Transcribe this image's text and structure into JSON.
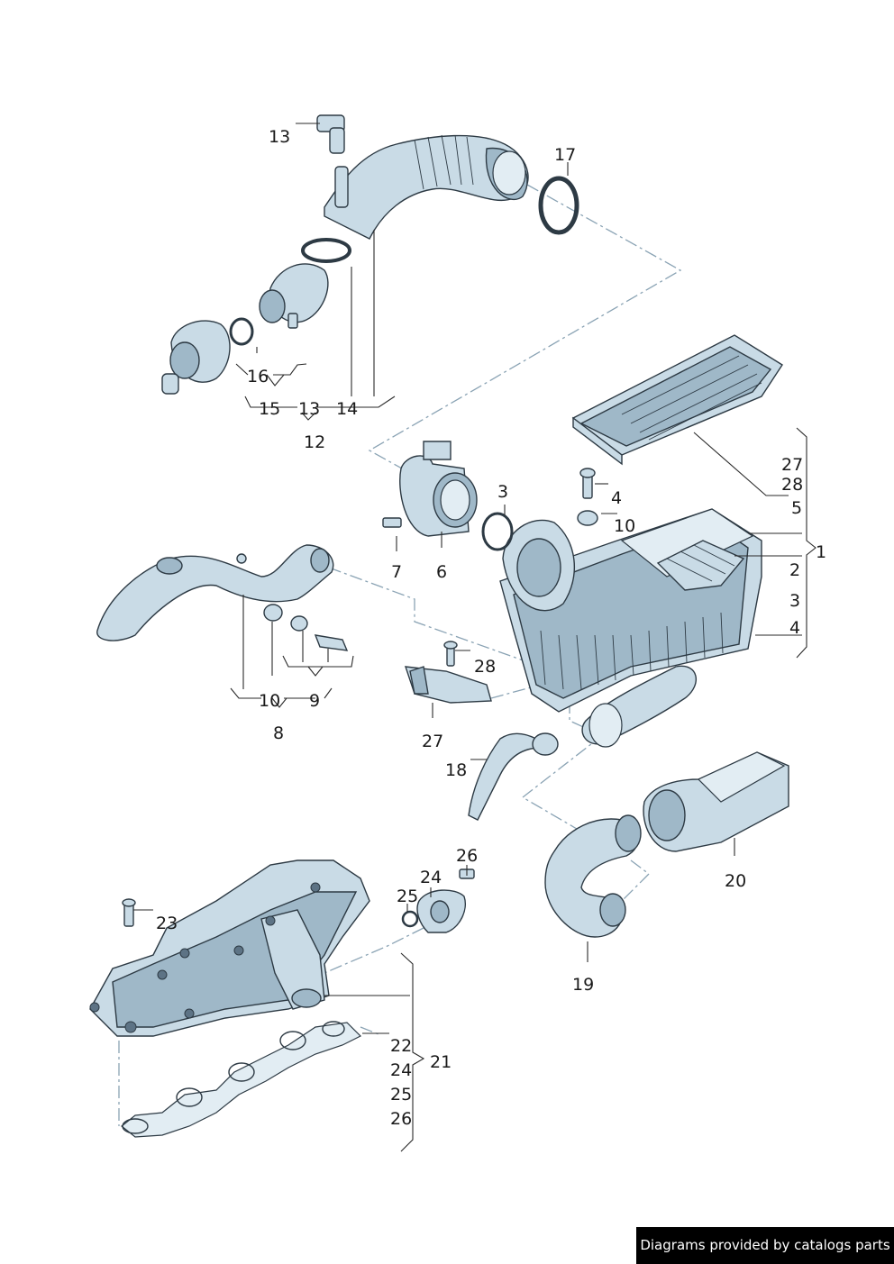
{
  "footer": {
    "text": "Diagrams provided by catalogs parts"
  },
  "callouts": {
    "c13a": "13",
    "c17": "17",
    "c16": "16",
    "c15": "15",
    "c13b": "13",
    "c14": "14",
    "c12": "12",
    "c27a": "27",
    "c28a": "28",
    "c5": "5",
    "c1": "1",
    "c2": "2",
    "c3b": "3",
    "c4b": "4",
    "c3a": "3",
    "c4a": "4",
    "c10a": "10",
    "c7": "7",
    "c6": "6",
    "c10b": "10",
    "c9": "9",
    "c8": "8",
    "c28b": "28",
    "c27b": "27",
    "c18": "18",
    "c20": "20",
    "c19": "19",
    "c26a": "26",
    "c24a": "24",
    "c25a": "25",
    "c23": "23",
    "c22": "22",
    "c24b": "24",
    "c25b": "25",
    "c26b": "26",
    "c21": "21"
  }
}
